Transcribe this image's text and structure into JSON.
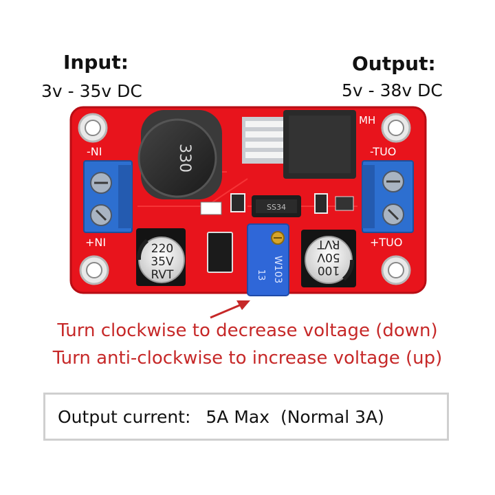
{
  "input": {
    "title": "Input:",
    "range": "3v - 35v DC"
  },
  "output": {
    "title": "Output:",
    "range": "5v - 38v DC"
  },
  "board": {
    "silk_in_neg": "-NI",
    "silk_in_pos": "+NI",
    "silk_out_neg": "-TUO",
    "silk_out_pos": "+TUO",
    "silk_mh": "MH",
    "inductor_marking": "330",
    "cap_in": [
      "220",
      "35V",
      "RVT"
    ],
    "cap_out": [
      "100",
      "50V",
      "RVT"
    ],
    "pot_marking": "W103",
    "pot_label": "13",
    "diode_marking": "SS34"
  },
  "instructions": {
    "line1": "Turn clockwise to decrease voltage (down)",
    "line2": "Turn anti-clockwise to increase voltage (up)"
  },
  "spec": {
    "label": "Output current:",
    "value": "5A Max  (Normal 3A)"
  },
  "colors": {
    "pcb": "#e8141c",
    "terminal": "#2d6fd0",
    "pot": "#2f67d8",
    "arrow": "#c62828"
  }
}
